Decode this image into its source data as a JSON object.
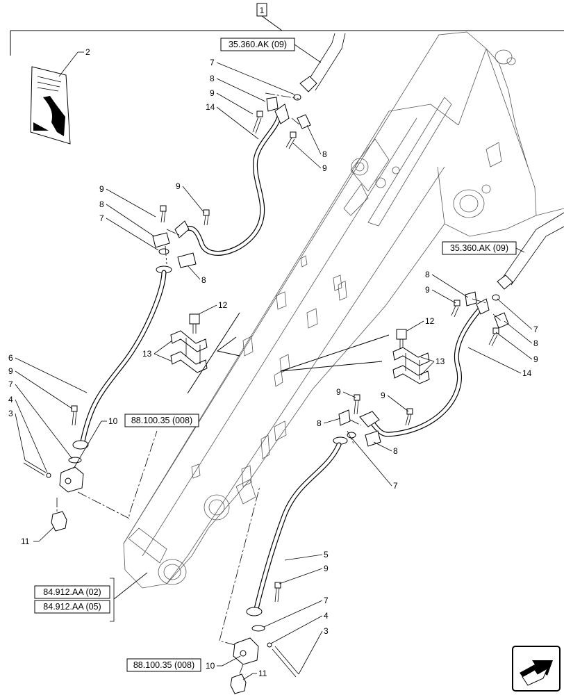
{
  "assembly_number": "1",
  "refs": {
    "hose_top_left": "35.360.AK (09)",
    "hose_right": "35.360.AK (09)",
    "fitting_left": "88.100.35 (008)",
    "fitting_bottom": "88.100.35 (008)",
    "boom_a": "84.912.AA (02)",
    "boom_b": "84.912.AA (05)"
  },
  "callouts": {
    "c2": "2",
    "c7a": "7",
    "c8a": "8",
    "c9a": "9",
    "c14a": "14",
    "c8b": "8",
    "c9b": "9",
    "c9c": "9",
    "c9d": "9",
    "c8c": "8",
    "c7b": "7",
    "c8d": "8",
    "c12a": "12",
    "c13a": "13",
    "c6": "6",
    "c9e": "9",
    "c7c": "7",
    "c4a": "4",
    "c3a": "3",
    "c10a": "10",
    "c11a": "11",
    "c8e": "8",
    "c9f": "9",
    "c7d": "7",
    "c8f": "8",
    "c9g": "9",
    "c14b": "14",
    "c12b": "12",
    "c13b": "13",
    "c9h": "9",
    "c9i": "9",
    "c8g": "8",
    "c8h": "8",
    "c7e": "7",
    "c5": "5",
    "c9j": "9",
    "c7f": "7",
    "c4b": "4",
    "c3b": "3",
    "c10b": "10",
    "c11b": "11"
  },
  "icons": {
    "nav": "next-arrow-icon",
    "manual": "manual-book-icon"
  }
}
